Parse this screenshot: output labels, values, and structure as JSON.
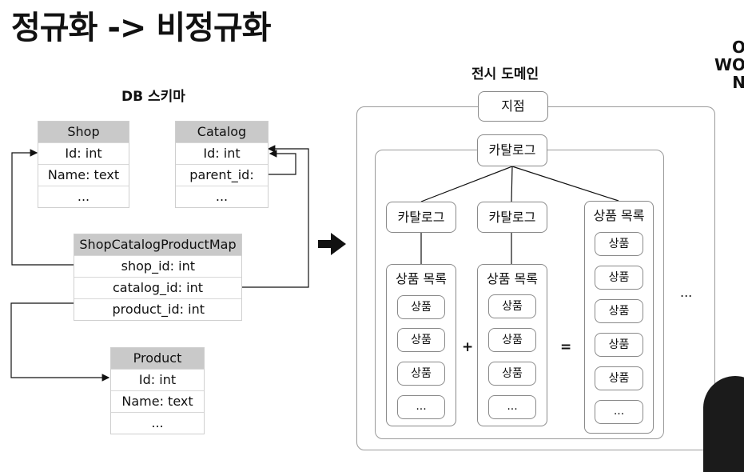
{
  "title": "정규화 -> 비정규화",
  "schema": {
    "heading": "DB 스키마",
    "shop": {
      "name": "Shop",
      "rows": [
        "Id: int",
        "Name: text",
        "..."
      ]
    },
    "catalog": {
      "name": "Catalog",
      "rows": [
        "Id: int",
        "parent_id:",
        "..."
      ]
    },
    "map": {
      "name": "ShopCatalogProductMap",
      "rows": [
        "shop_id: int",
        "catalog_id: int",
        "product_id: int"
      ]
    },
    "product": {
      "name": "Product",
      "rows": [
        "Id: int",
        "Name: text",
        "..."
      ]
    }
  },
  "domain": {
    "heading": "전시 도메인",
    "store": "지점",
    "catalog": "카탈로그",
    "catalog_left": "카탈로그",
    "catalog_mid": "카탈로그",
    "list_left": "상품 목록",
    "list_mid": "상품 목록",
    "list_right": "상품 목록",
    "product": "상품",
    "more": "...",
    "plus": "+",
    "equals": "=",
    "outer_more": "..."
  },
  "logo_text": "O\nWO\nN"
}
